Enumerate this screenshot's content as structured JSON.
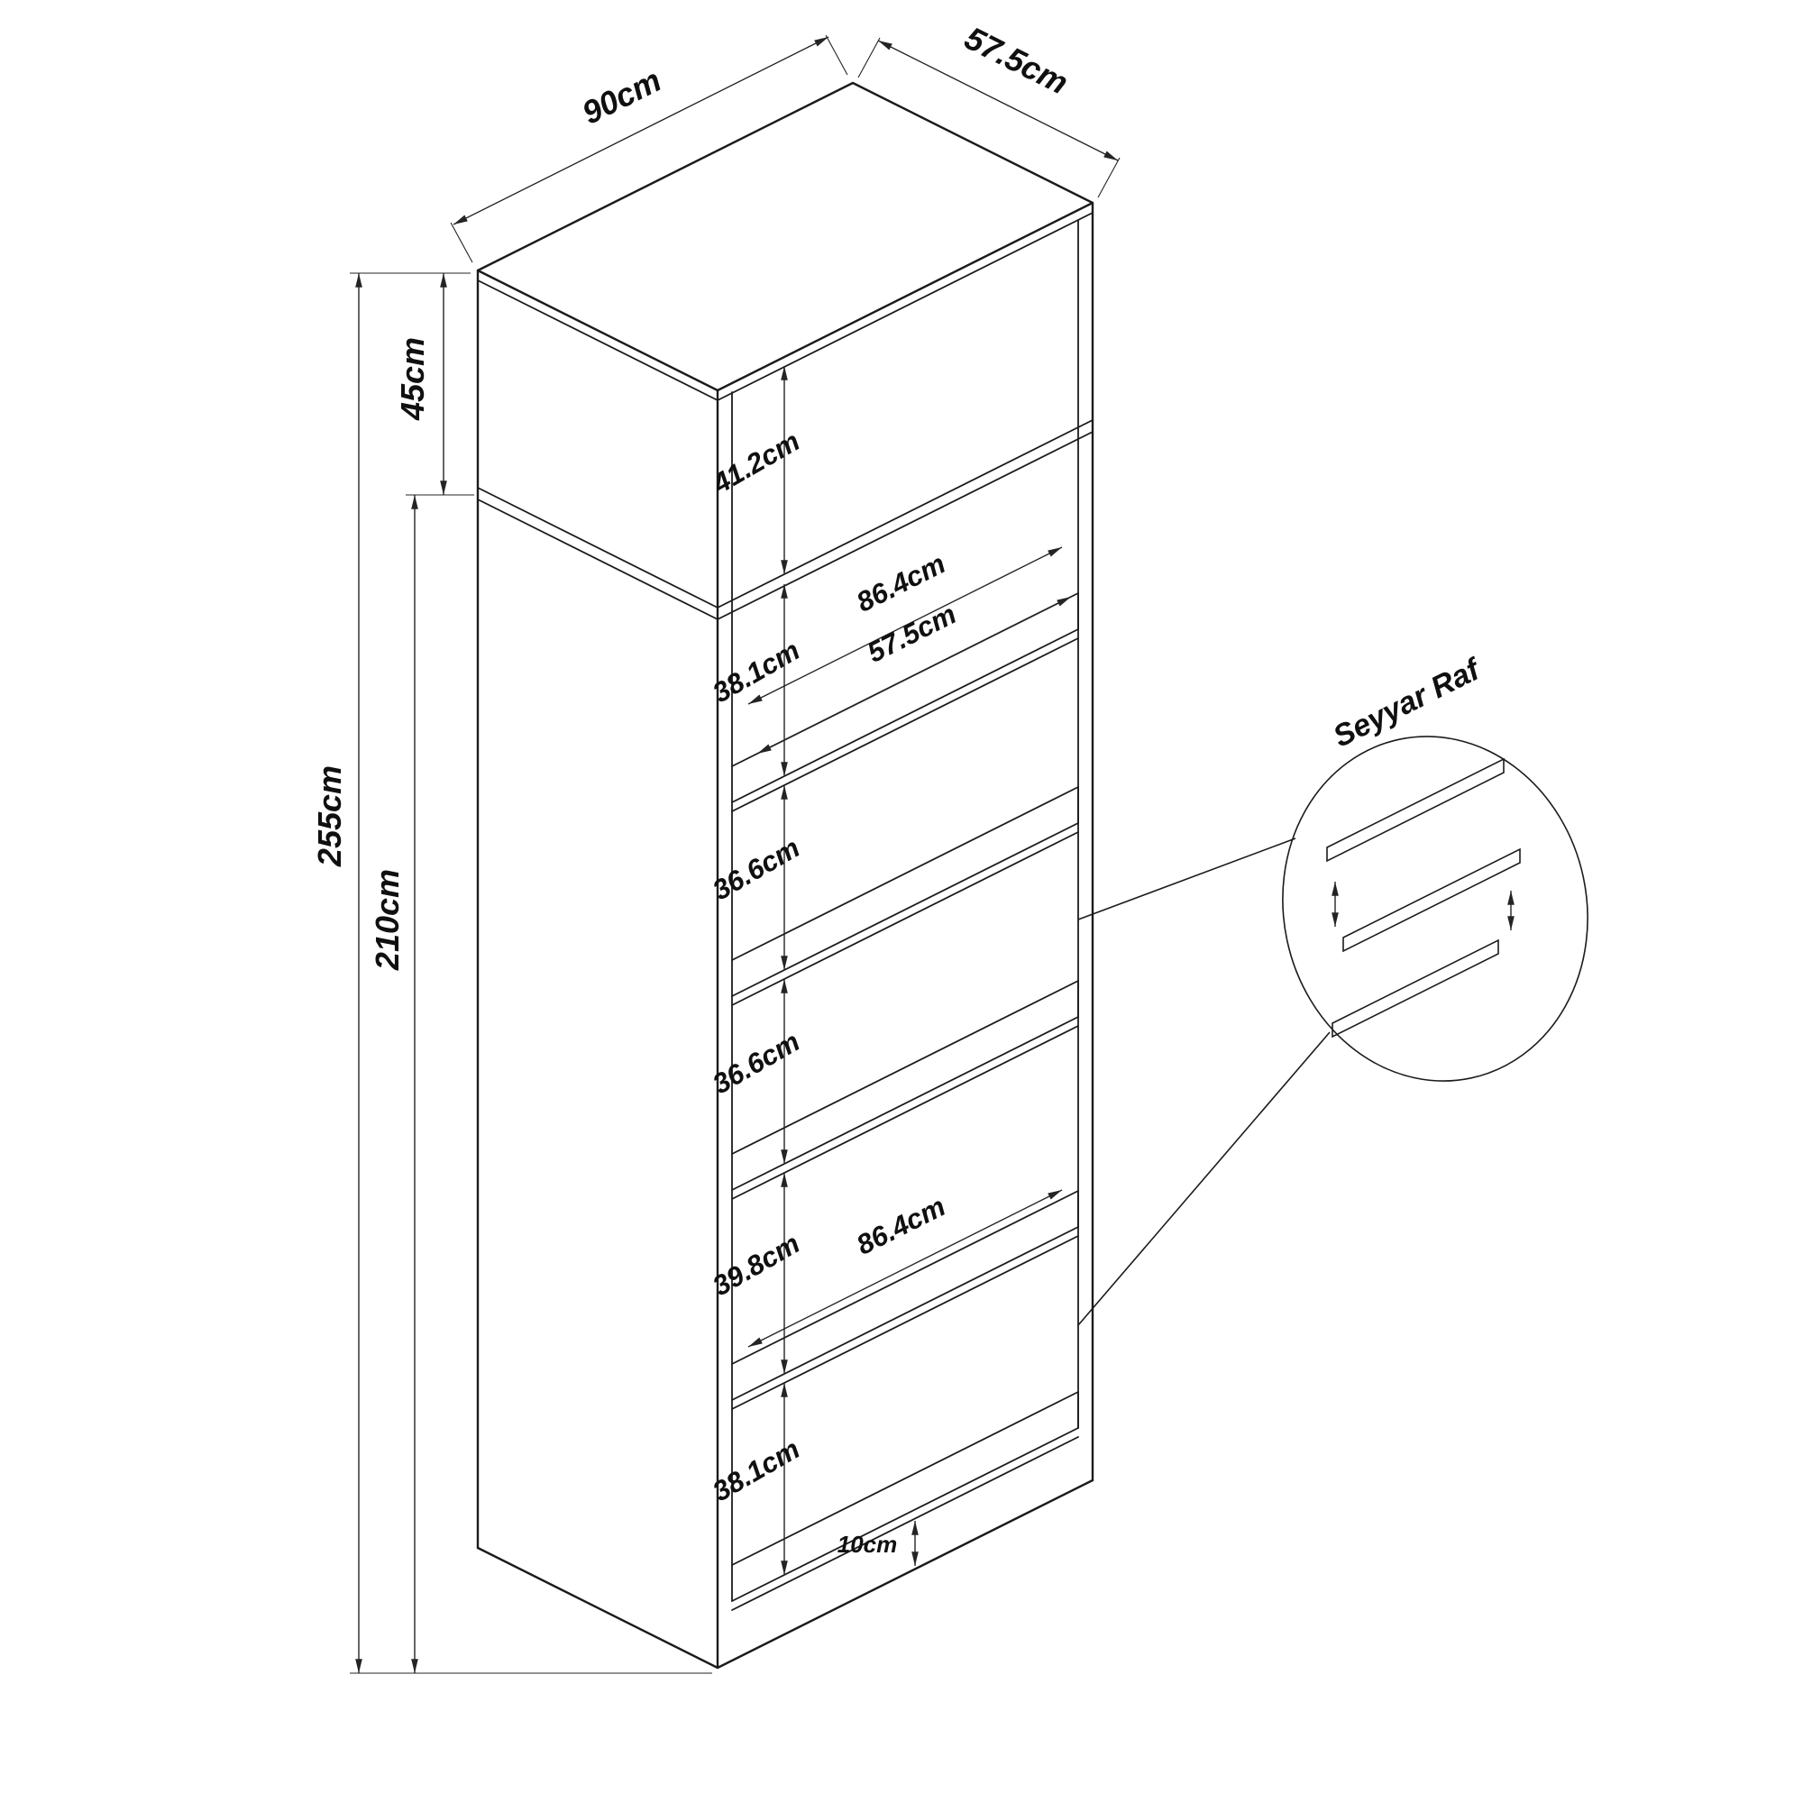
{
  "labels": {
    "width_top": "90cm",
    "depth_top": "57.5cm",
    "height_total": "255cm",
    "height_body": "210cm",
    "height_upper": "45cm",
    "gaps": [
      "41.2cm",
      "38.1cm",
      "36.6cm",
      "36.6cm",
      "39.8cm",
      "38.1cm"
    ],
    "inner_width_upper": "86.4cm",
    "inner_depth": "57.5cm",
    "inner_width_lower": "86.4cm",
    "plinth": "10cm",
    "callout": "Seyyar Raf"
  }
}
